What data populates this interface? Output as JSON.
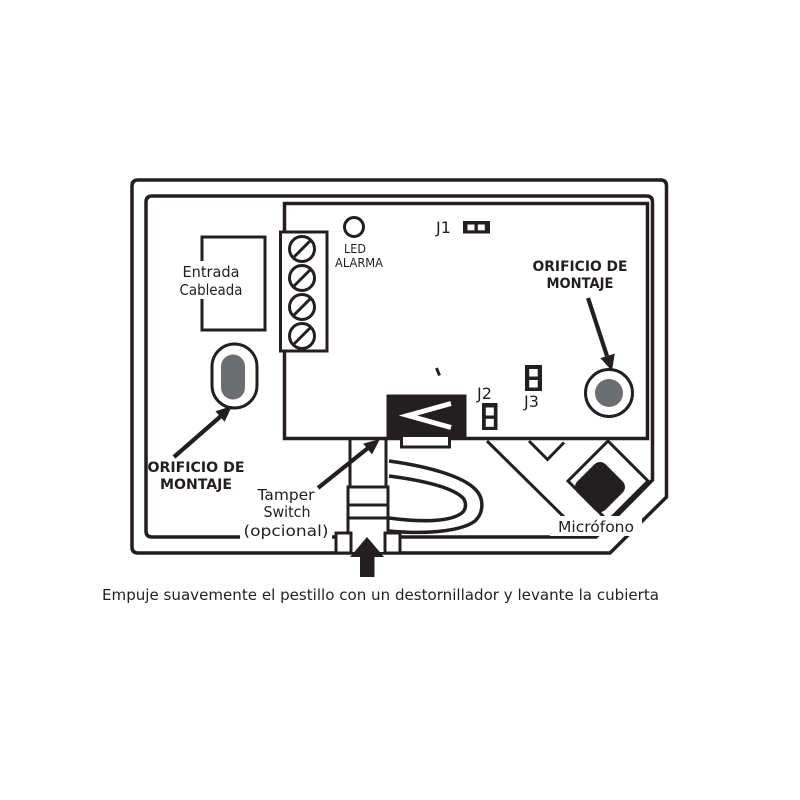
{
  "diagram": {
    "caption": "Empuje suavemente el pestillo con un destornillador y levante la cubierta",
    "labels": {
      "entrada": {
        "line1": "Entrada",
        "line2": "Cableada"
      },
      "led": {
        "line1": "LED",
        "line2": "ALARMA"
      },
      "j1": "J1",
      "j2": "J2",
      "j3": "J3",
      "mount_right": {
        "line1": "ORIFICIO DE",
        "line2": "MONTAJE"
      },
      "mount_left": {
        "line1": "ORIFICIO DE",
        "line2": "MONTAJE"
      },
      "tamper": {
        "line1": "Tamper",
        "line2": "Switch",
        "line3": "(opcional)"
      },
      "microfono": "Micrófono"
    },
    "colors": {
      "line": "#231f20",
      "hole_fill": "#6d6e71",
      "background": "#ffffff"
    }
  }
}
